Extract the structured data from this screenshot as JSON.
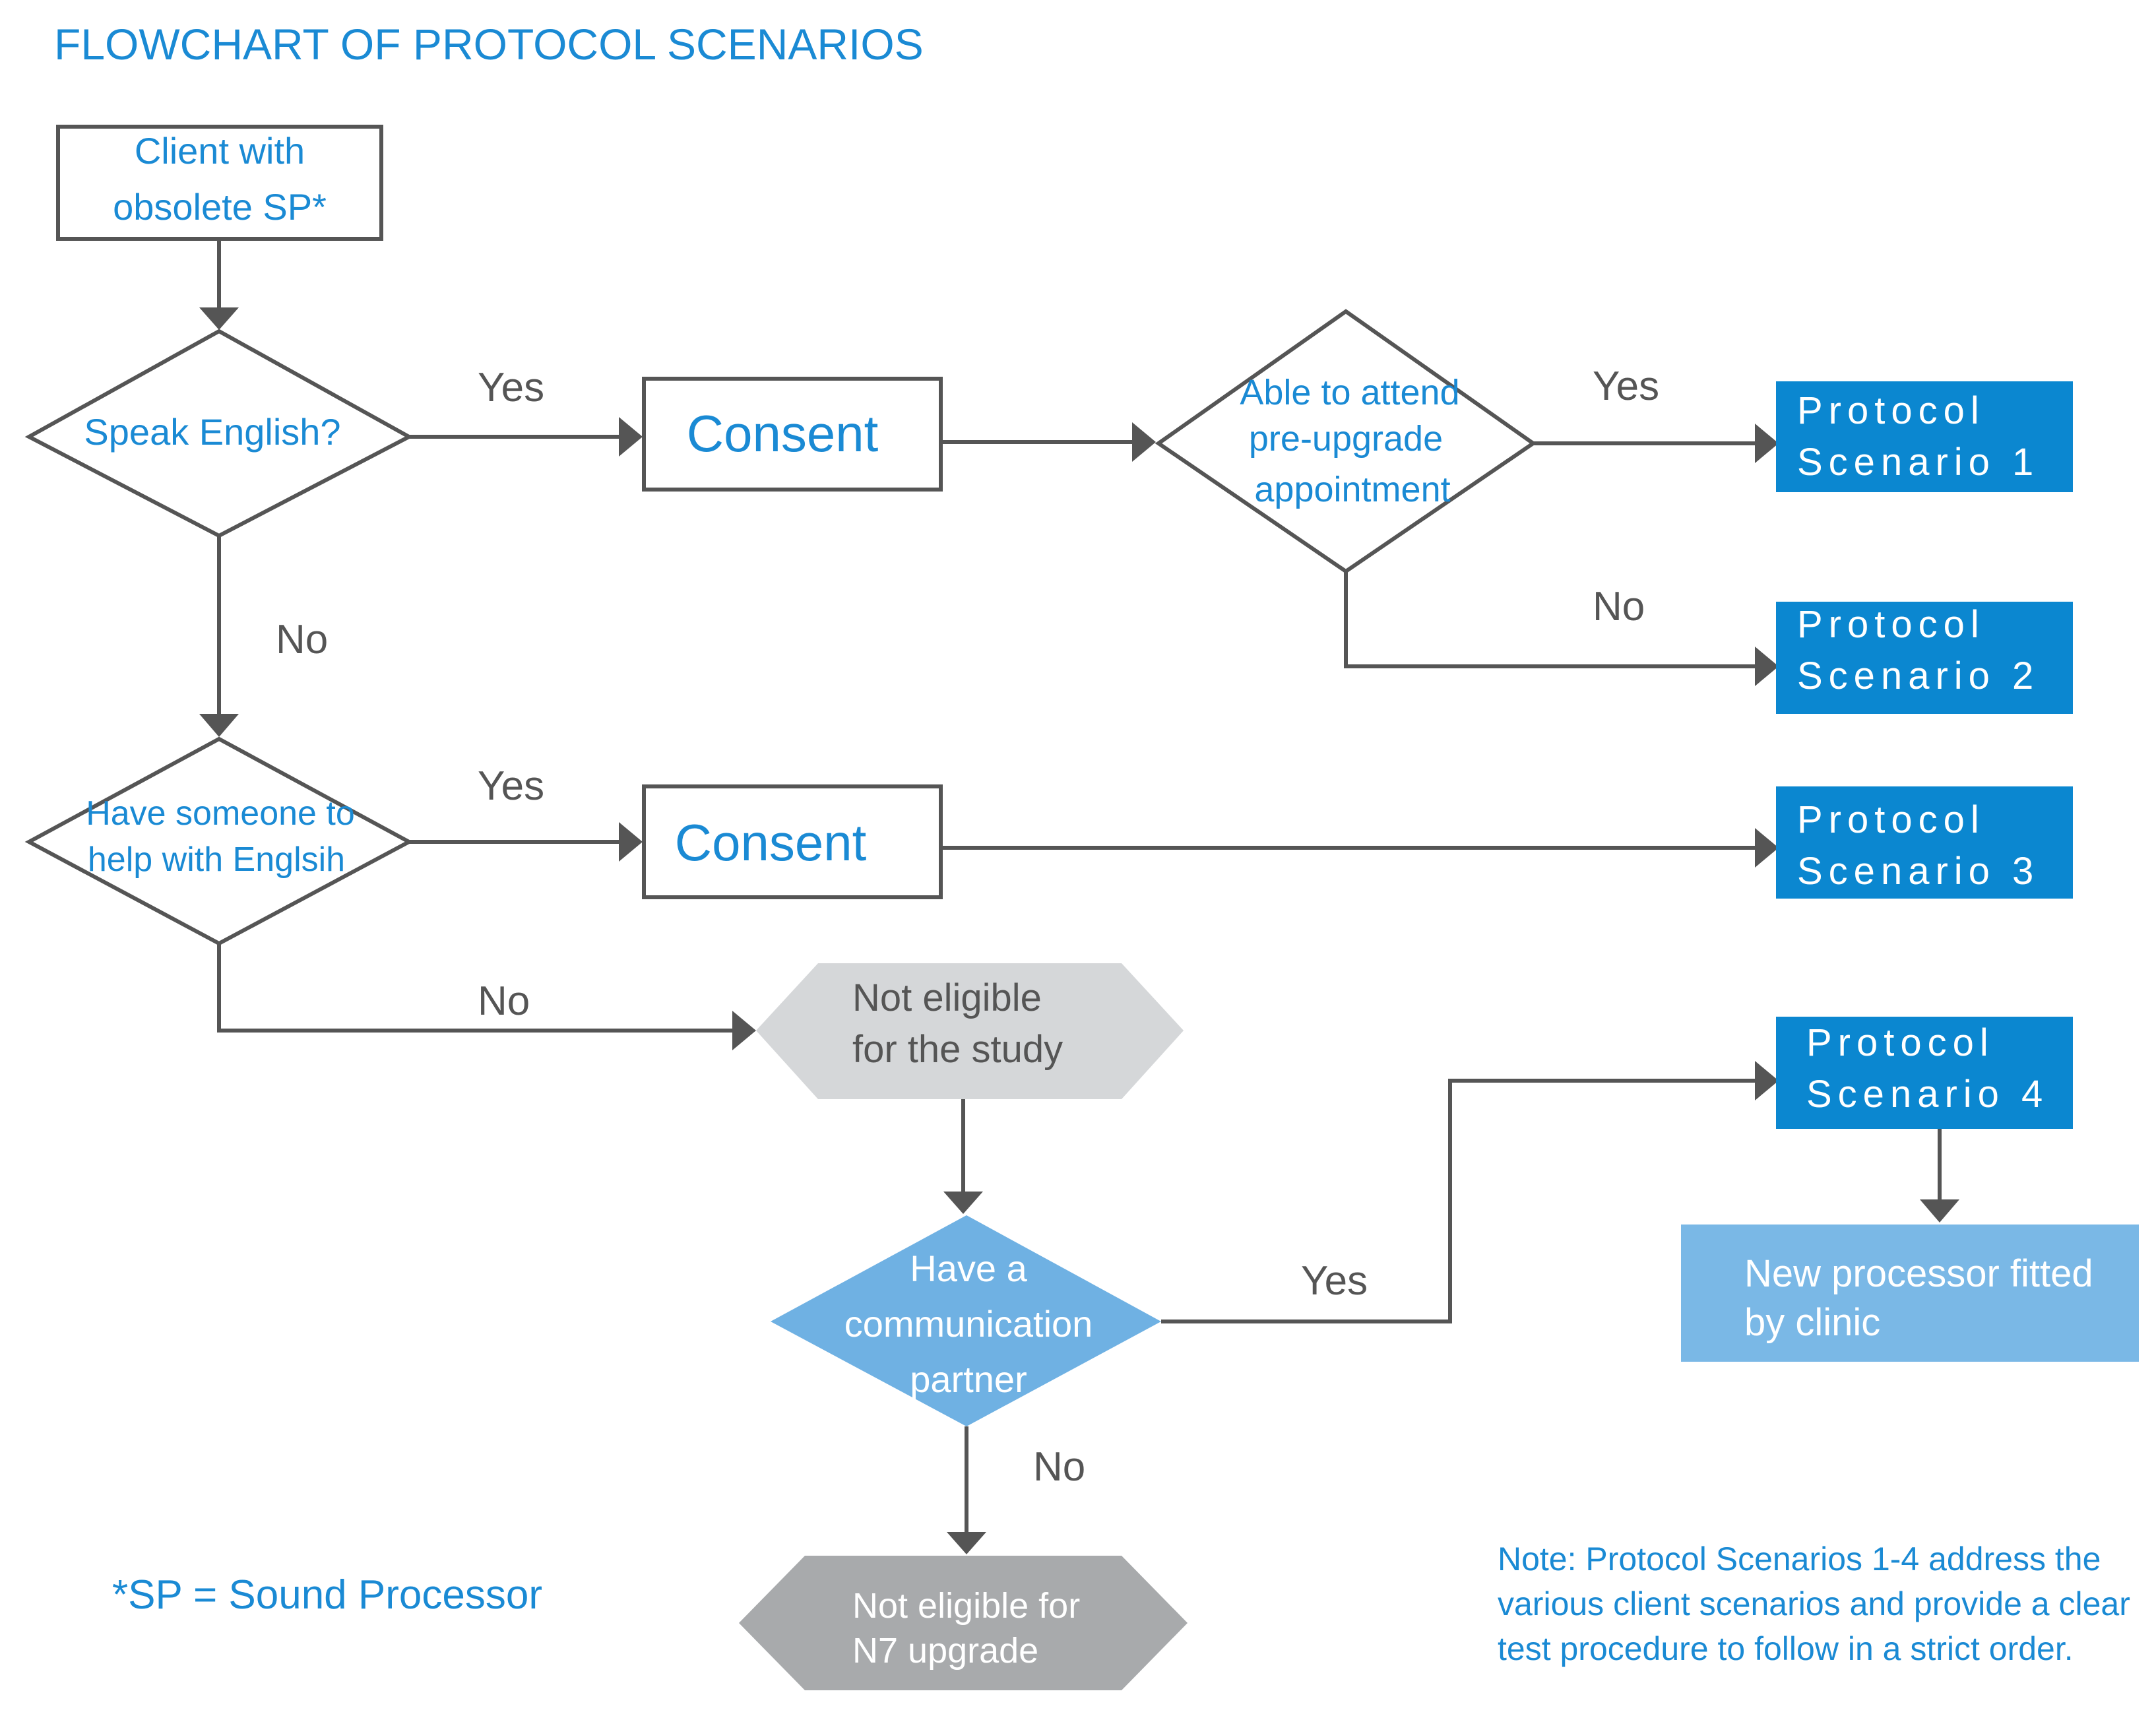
{
  "title": "FLOWCHART OF PROTOCOL SCENARIOS",
  "nodes": {
    "start": [
      "Client with",
      "obsolete SP*"
    ],
    "speak_english": [
      "Speak English?"
    ],
    "consent_1": [
      "Consent"
    ],
    "attend_appointment": [
      "Able to attend",
      "pre-upgrade",
      "appointment"
    ],
    "scenario_1": [
      "Protocol",
      "Scenario 1"
    ],
    "scenario_2": [
      "Protocol",
      "Scenario 2"
    ],
    "help_english": [
      "Have someone to",
      "help with Englsih"
    ],
    "consent_2": [
      "Consent"
    ],
    "scenario_3": [
      "Protocol",
      "Scenario 3"
    ],
    "not_eligible_study": [
      "Not eligible",
      "for the study"
    ],
    "scenario_4": [
      "Protocol",
      "Scenario 4"
    ],
    "new_processor": [
      "New processor fitted",
      "by clinic"
    ],
    "communication_partner": [
      "Have a",
      "communication",
      "partner"
    ],
    "not_eligible_n7": [
      "Not eligible for",
      "N7 upgrade"
    ]
  },
  "edge_labels": {
    "speak_yes": "Yes",
    "speak_no": "No",
    "attend_yes": "Yes",
    "attend_no": "No",
    "help_yes": "Yes",
    "help_no": "No",
    "partner_yes": "Yes",
    "partner_no": "No"
  },
  "footnote": "*SP = Sound Processor",
  "note": [
    "Note: Protocol Scenarios 1-4 address the",
    "various client scenarios and provide a clear",
    "test procedure to follow in a strict order."
  ],
  "colors": {
    "accent_blue": "#1a8ad4",
    "scenario_box": "#0b87d0",
    "light_blue": "#7ab8e6",
    "diamond_blue": "#6fb1e3",
    "light_gray": "#d5d7d9",
    "mid_gray": "#a8aaac",
    "line_gray": "#555555"
  }
}
